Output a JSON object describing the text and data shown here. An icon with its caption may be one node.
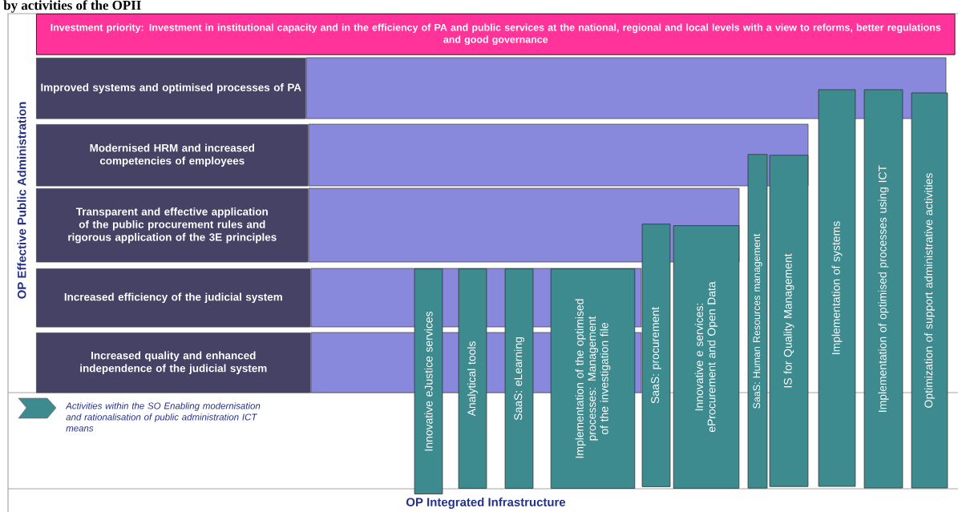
{
  "diagram": {
    "title": "by activities of the OPII",
    "nodes": [
      {
        "text": [
          "Investment priority: Investment in institutional capacity and in the efficiency of PA and public services at the national, regional and local levels with a view to reforms, better regulations and good governance"
        ]
      },
      {
        "text": [
          "Improved systems and optimised processes of PA"
        ]
      },
      {
        "text": [
          "Modernised HRM and increased competencies of employees"
        ]
      },
      {
        "text": [
          "Transparent and effective application of the public procurement rules and rigorous application of the 3E principles"
        ]
      },
      {
        "text": [
          "Increased efficiency of the judicial system"
        ]
      },
      {
        "text": [
          "Increased quality and enhanced independence of the judicial system"
        ]
      },
      {
        "text": [
          "Innovative eJustice services"
        ]
      },
      {
        "text": [
          "Analytical tools"
        ]
      },
      {
        "text": [
          "SaaS: eLearning"
        ]
      },
      {
        "text": [
          "Implementation of the optimised processes: Management of the investigation file"
        ]
      },
      {
        "text": [
          "SaaS: procurement"
        ]
      },
      {
        "text": [
          "Innovative e services: eProcurement and Open Data"
        ]
      },
      {
        "text": [
          "SaaS: Human Resources management"
        ]
      },
      {
        "text": [
          "IS for Quality Management"
        ]
      },
      {
        "text": [
          "Implementation of systems"
        ]
      },
      {
        "text": [
          "Implementation of optimised processes using ICT"
        ]
      },
      {
        "text": [
          "Optimization of support administrative activities"
        ]
      }
    ],
    "labels": [
      "OP Effective Public Administration",
      "OP Integrated Infrastructure"
    ],
    "legend": [
      {
        "text": "Activities within the SO Enabling modernisation and rationalisation of public administration ICT means",
        "color": "#3d8a8f"
      }
    ]
  }
}
